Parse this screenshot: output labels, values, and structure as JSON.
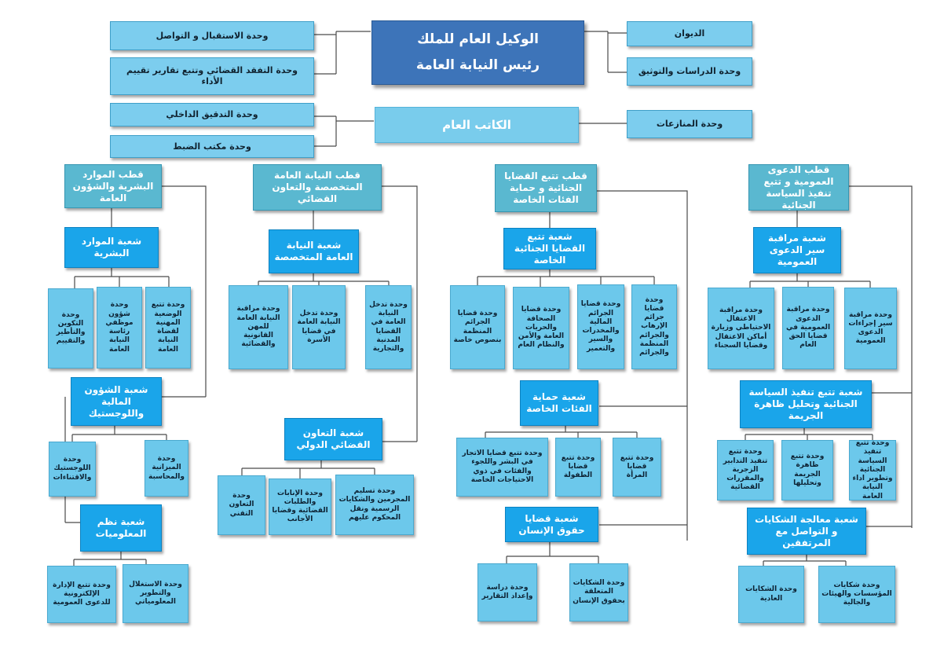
{
  "head": {
    "line1": "الوكيل العام للملك",
    "line2": "رئيس النيابة العامة"
  },
  "secretary": "الكاتب العام",
  "left_units": {
    "reception": "وحدة الاستقبال و التواصل",
    "inspection": "وحدة التفقد القضائي وتتبع تقارير تقييم الأداء",
    "audit": "وحدة التدقيق الداخلي",
    "records": "وحدة مكتب الضبط"
  },
  "right_units": {
    "cabinet": "الديوان",
    "studies": "وحدة الدراسات والتوثيق",
    "disputes": "وحدة المنازعات"
  },
  "poles": {
    "hr": "قطب الموارد البشرية والشؤون العامة",
    "specialized": "قطب النيابة العامة المتخصصة والتعاون القضائي",
    "criminal": "قطب تتبع القضايا الجنائية و حماية الفئات الخاصة",
    "public_action": "قطب الدعوى العمومية و تتبع تنفيذ السياسة الجنائية"
  },
  "hr": {
    "b1": "شعبة الموارد البشرية",
    "b1_units": [
      "وحدة تتبع الوضعية المهنية لقضاة النيابة العامة",
      "وحدة شؤون موظفي رئاسة النيابة العامة",
      "وحدة التكوين والتأطير والتقييم"
    ],
    "b2": "شعبة الشؤون المالية واللوجستيك",
    "b2_units": [
      "وحدة الميزانية والمحاسبة",
      "وحدة اللوجستيك والاقتناءات"
    ],
    "b3": "شعبة نظم المعلوميات",
    "b3_units": [
      "وحدة الاستغلال والتطوير المعلومياتي",
      "وحدة تتبع الإدارة الإلكترونية للدعوى العمومية"
    ]
  },
  "spec": {
    "b1": "شعبة النيابة العامة المتخصصة",
    "b1_units": [
      "وحدة تدخل النيابة العامة في القضايا المدنية والتجارية",
      "وحدة تدخل النيابة العامة في قضايا الأسرة",
      "وحدة مراقبة النيابة العامة للمهن القانونية والقضائية"
    ],
    "b2": "شعبة التعاون القضائي الدولي",
    "b2_units": [
      "وحدة تسليم المجرمين والشكايات الرسمية ونقل المحكوم عليهم",
      "وحدة الإنابات والطلبات القضائية وقضايا الأجانب",
      "وحدة التعاون التقني"
    ]
  },
  "crim": {
    "b1": "شعبة تتبع القضايا الجنائية الخاصة",
    "b1_units": [
      "وحدة قضايا جرائم الإرهاب والجرائم المنظمة والجرائم",
      "وحدة قضايا الجرائم المالية والمخدرات والسير والتعمير",
      "وحدة قضايا الصحافة والحريات العامة والأمن والنظام العام",
      "وحدة قضايا الجرائم المنظمة بنصوص خاصة"
    ],
    "b2": "شعبة حماية الفئات الخاصة",
    "b2_units": [
      "وحدة تتبع قضايا المرأة",
      "وحدة تتبع قضايا الطفولة",
      "وحدة تتبع قضايا الاتجار في البشر واللجوء والفئات في ذوي الاحتياجات الخاصة"
    ],
    "b3": "شعبة قضايا حقوق الإنسان",
    "b3_units": [
      "وحدة الشكايات المتعلقة بحقوق الإنسان",
      "وحدة دراسة وإعداد التقارير"
    ]
  },
  "pub": {
    "b1": "شعبة مراقبة سير الدعوى العمومية",
    "b1_units": [
      "وحدة مراقبة سير إجراءات الدعوى العمومية",
      "وحدة مراقبة الدعوى العمومية في قضايا الحق العام",
      "وحدة مراقبة الاعتقال الاحتياطي وزيارة أماكن الاعتقال وقضايا السجناء"
    ],
    "b2": "شعبة تتبع تنفيذ السياسة الجنائية وتحليل ظاهرة الجريمة",
    "b2_units": [
      "وحدة تتبع تنفيذ السياسة الجنائية وتطوير اداء النيابة العامة",
      "وحدة تتبع ظاهرة الجريمة وتحليلها",
      "وحدة تتبع تنفيذ التدابير الزجرية والمقررات القضائية"
    ],
    "b3": "شعبة معالجة الشكايات و التواصل مع المرتفقين",
    "b3_units": [
      "وحدة شكايات المؤسسات والهيئات والجالية",
      "وحدة الشكايات العادية"
    ]
  }
}
